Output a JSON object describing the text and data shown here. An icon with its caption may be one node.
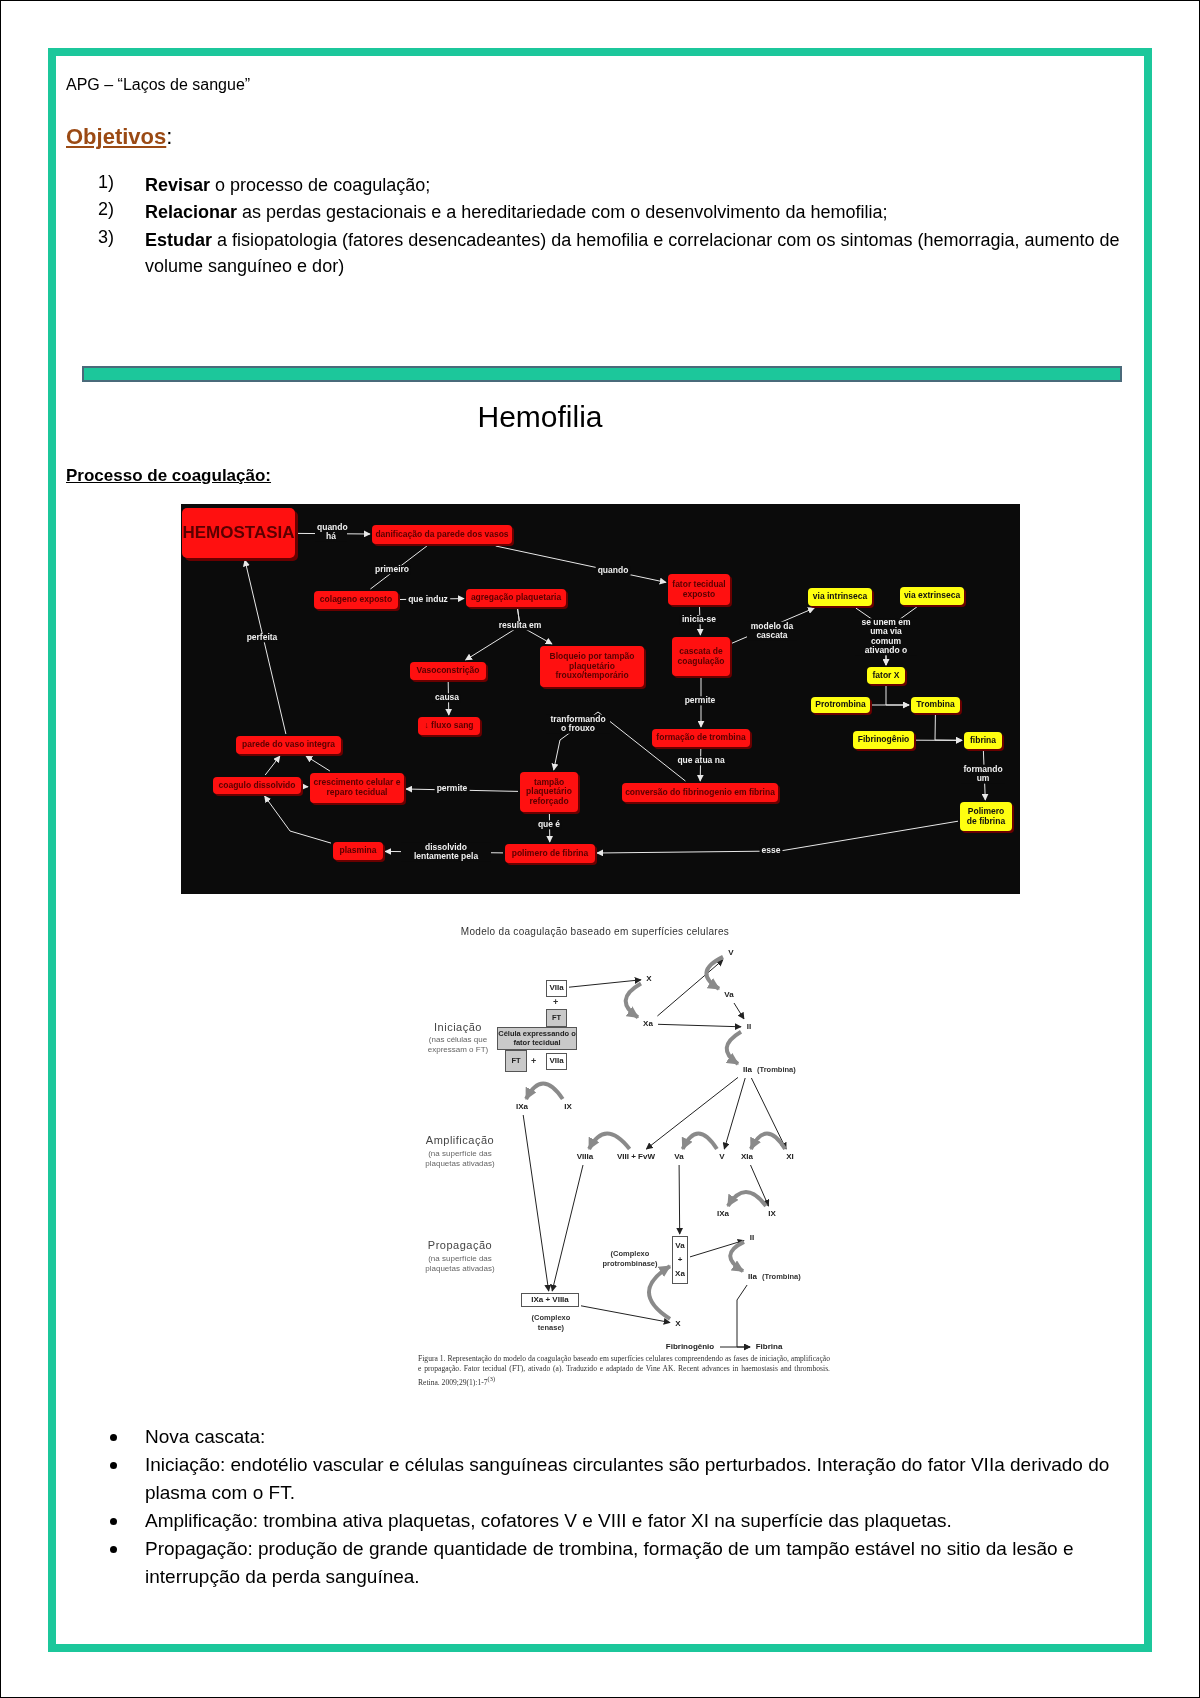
{
  "diagram": {
    "title": "Hemofilia",
    "caption": "Figura 1. Representação do modelo da coagulação baseado em superfícies celulares compreendendo as fases de iniciação, amplificação e propagação. Fator tecidual (FT), ativado (a). Traduzido e adaptado de Vine AK. Recent advances in haemostasis and thrombosis. Retina. 2009;29(1):1-7$^{(3)}$",
    "nodes": [
      {
        "text": [
          "HEMOSTASIA"
        ]
      },
      {
        "text": [
          "danificação da parede dos vasos"
        ]
      },
      {
        "text": [
          "colageno exposto"
        ]
      },
      {
        "text": [
          "agregação plaquetaria"
        ]
      },
      {
        "text": [
          "fator tecidual exposto"
        ]
      },
      {
        "text": [
          "via intrinseca"
        ]
      },
      {
        "text": [
          "via extrinseca"
        ]
      },
      {
        "text": [
          "cascata de coagulação"
        ]
      },
      {
        "text": [
          "Vasoconstrição"
        ]
      },
      {
        "text": [
          "Bloqueio por tampão plaquetário frouxo/temporário"
        ]
      },
      {
        "text": [
          "fator X"
        ]
      },
      {
        "text": [
          "Protrombina"
        ]
      },
      {
        "text": [
          "Trombina"
        ]
      },
      {
        "text": [
          "↓ fluxo sang"
        ]
      },
      {
        "text": [
          "formação de trombina"
        ]
      },
      {
        "text": [
          "Fibrinogênio"
        ]
      },
      {
        "text": [
          "fibrina"
        ]
      },
      {
        "text": [
          "parede do vaso integra"
        ]
      },
      {
        "text": [
          "coagulo dissolvido"
        ]
      },
      {
        "text": [
          "crescimento celular e reparo tecidual"
        ]
      },
      {
        "text": [
          "tampão plaquetário reforçado"
        ]
      },
      {
        "text": [
          "conversão do fibrinogenio em fibrina"
        ]
      },
      {
        "text": [
          "Polimero de fibrina"
        ]
      },
      {
        "text": [
          "plasmina"
        ]
      },
      {
        "text": [
          "polimero de fibrina"
        ]
      },
      {
        "text": [
          "VIIa"
        ]
      },
      {
        "text": [
          "FT"
        ]
      },
      {
        "text": [
          "Célula expressando o fator tecidual"
        ]
      },
      {
        "text": [
          "FT"
        ]
      },
      {
        "text": [
          "VIIa"
        ]
      },
      {
        "text": [
          "X"
        ]
      },
      {
        "text": [
          "Xa"
        ]
      },
      {
        "text": [
          "V"
        ]
      },
      {
        "text": [
          "Va"
        ]
      },
      {
        "text": [
          "II"
        ]
      },
      {
        "text": [
          "IIa"
        ],
        "beside": [
          "(Trombina)"
        ]
      },
      {
        "text": [
          "IXa"
        ]
      },
      {
        "text": [
          "IX"
        ]
      },
      {
        "text": [
          "VIIIa"
        ]
      },
      {
        "text": [
          "VIII + FvW"
        ]
      },
      {
        "text": [
          "Va"
        ]
      },
      {
        "text": [
          "V"
        ]
      },
      {
        "text": [
          "XIa"
        ]
      },
      {
        "text": [
          "XI"
        ]
      },
      {
        "text": [
          "IXa"
        ]
      },
      {
        "text": [
          "IX"
        ]
      },
      {
        "text": [
          "Va + Xa"
        ],
        "beside": [
          "(Complexo protrombinase)"
        ]
      },
      {
        "text": [
          "II"
        ]
      },
      {
        "text": [
          "IIa"
        ],
        "beside": [
          "(Trombina)"
        ]
      },
      {
        "text": [
          "IXa + VIIIa"
        ],
        "beside": [
          "(Complexo tenase)"
        ]
      },
      {
        "text": [
          "X"
        ]
      },
      {
        "text": [
          "Fibrinogênio"
        ]
      },
      {
        "text": [
          "Fibrina"
        ]
      },
      {
        "text": [],
        "shape": "bar"
      }
    ],
    "edges": [
      {
        "from": 0,
        "to": 1,
        "arrow": "to",
        "label": "quando há"
      },
      {
        "from": 1,
        "to": 2,
        "arrow": "none",
        "label": "primeiro"
      },
      {
        "from": 1,
        "to": 4,
        "arrow": "to",
        "label": "quando"
      },
      {
        "from": 2,
        "to": 3,
        "arrow": "to",
        "label": "que induz"
      },
      {
        "from": 3,
        "to": 8,
        "arrow": "to",
        "label": "resulta em"
      },
      {
        "from": 3,
        "to": 9,
        "arrow": "to"
      },
      {
        "from": 8,
        "to": 13,
        "arrow": "to",
        "label": "causa"
      },
      {
        "from": 4,
        "to": 7,
        "arrow": "to",
        "label": "inicia-se"
      },
      {
        "from": 7,
        "to": 5,
        "arrow": "to",
        "label": "modelo da cascata"
      },
      {
        "from": 7,
        "to": 14,
        "arrow": "to",
        "label": "permite"
      },
      {
        "from": 14,
        "to": 21,
        "arrow": "to",
        "label": "que atua na"
      },
      {
        "from": 21,
        "to": 20,
        "arrow": "to",
        "label": "tranformando o frouxo"
      },
      {
        "from": 20,
        "to": 19,
        "arrow": "to",
        "label": "permite"
      },
      {
        "from": 20,
        "to": 24,
        "arrow": "to",
        "label": "que é"
      },
      {
        "from": 24,
        "to": 23,
        "arrow": "to",
        "label": "dissolvido lentamente pela"
      },
      {
        "from": 23,
        "to": 18,
        "arrow": "to"
      },
      {
        "from": 18,
        "to": 19,
        "arrow": "to"
      },
      {
        "from": 18,
        "to": 17,
        "arrow": "to"
      },
      {
        "from": 19,
        "to": 17,
        "arrow": "to"
      },
      {
        "from": 17,
        "to": 0,
        "arrow": "to",
        "label": "perfeita"
      },
      {
        "from": 5,
        "to": 10,
        "arrow": "to",
        "label": "se unem em uma via comum ativando o"
      },
      {
        "from": 6,
        "to": 10,
        "arrow": "to"
      },
      {
        "from": 11,
        "to": 12,
        "arrow": "to"
      },
      {
        "from": 10,
        "to": 12,
        "arrow": "to"
      },
      {
        "from": 15,
        "to": 16,
        "arrow": "to"
      },
      {
        "from": 12,
        "to": 16,
        "arrow": "to"
      },
      {
        "from": 16,
        "to": 22,
        "arrow": "to",
        "label": "formando um"
      },
      {
        "from": 22,
        "to": 24,
        "arrow": "to",
        "label": "esse"
      },
      {
        "from": 25,
        "to": 30,
        "arrow": "to",
        "color": "#222222"
      },
      {
        "from": 30,
        "to": 31,
        "arrow": "to",
        "style": "thick",
        "color": "#8a8a8a"
      },
      {
        "from": 31,
        "to": 32,
        "arrow": "to",
        "color": "#222222"
      },
      {
        "from": 32,
        "to": 33,
        "arrow": "to",
        "style": "thick",
        "color": "#8a8a8a"
      },
      {
        "from": 33,
        "to": 34,
        "arrow": "to",
        "color": "#222222"
      },
      {
        "from": 31,
        "to": 34,
        "arrow": "to",
        "color": "#222222"
      },
      {
        "from": 34,
        "to": 35,
        "arrow": "to",
        "style": "thick",
        "color": "#8a8a8a"
      },
      {
        "from": 37,
        "to": 36,
        "arrow": "to",
        "style": "thick",
        "color": "#8a8a8a"
      },
      {
        "from": 35,
        "to": 39,
        "arrow": "to",
        "color": "#222222"
      },
      {
        "from": 35,
        "to": 41,
        "arrow": "to",
        "color": "#222222"
      },
      {
        "from": 35,
        "to": 43,
        "arrow": "to",
        "color": "#222222"
      },
      {
        "from": 39,
        "to": 38,
        "arrow": "to",
        "style": "thick",
        "color": "#8a8a8a"
      },
      {
        "from": 41,
        "to": 40,
        "arrow": "to",
        "style": "thick",
        "color": "#8a8a8a"
      },
      {
        "from": 43,
        "to": 42,
        "arrow": "to",
        "style": "thick",
        "color": "#8a8a8a"
      },
      {
        "from": 42,
        "to": 45,
        "arrow": "to",
        "color": "#222222"
      },
      {
        "from": 45,
        "to": 44,
        "arrow": "to",
        "style": "thick",
        "color": "#8a8a8a"
      },
      {
        "from": 36,
        "to": 49,
        "arrow": "to",
        "color": "#222222"
      },
      {
        "from": 38,
        "to": 49,
        "arrow": "to",
        "color": "#222222"
      },
      {
        "from": 40,
        "to": 46,
        "arrow": "to",
        "color": "#222222"
      },
      {
        "from": 49,
        "to": 50,
        "arrow": "to",
        "color": "#222222"
      },
      {
        "from": 50,
        "to": 46,
        "arrow": "to",
        "style": "thick",
        "color": "#8a8a8a"
      },
      {
        "from": 46,
        "to": 47,
        "arrow": "to",
        "color": "#222222"
      },
      {
        "from": 47,
        "to": 48,
        "arrow": "to",
        "style": "thick",
        "color": "#8a8a8a"
      },
      {
        "from": 48,
        "to": 52,
        "arrow": "to",
        "color": "#222222"
      },
      {
        "from": 51,
        "to": 52,
        "arrow": "to",
        "color": "#222222"
      }
    ],
    "labels": [
      "APG – “Laços de sangue”",
      "**Objetivos**:",
      "1)",
      "**Revisar** o processo de coagulação;",
      "2)",
      "**Relacionar** as perdas gestacionais e a hereditariedade com o desenvolvimento da hemofilia;",
      "3)",
      "**Estudar** a fisiopatologia (fatores desencadeantes) da hemofilia e correlacionar com os sintomas (hemorragia, aumento de volume sanguíneo e dor)",
      "Processo de coagulação:",
      "Modelo da coagulação baseado em superfícies celulares",
      "Iniciação",
      "(nas células que expressam o FT)",
      "+",
      "+",
      "Amplificação",
      "(na superfície das plaquetas ativadas)",
      "Propagação",
      "(na superfície das plaquetas ativadas)",
      "Nova cascata:",
      "Iniciação: endotélio vascular e células sanguíneas circulantes são perturbados. Interação do fator VIIa derivado do plasma com o FT.",
      "Amplificação: trombina ativa plaquetas, cofatores V e VIII e fator XI na superfície das plaquetas.",
      "Propagação: produção de grande quantidade de trombina, formação de um tampão estável no sitio da lesão e interrupção da perda sanguínea."
    ]
  }
}
